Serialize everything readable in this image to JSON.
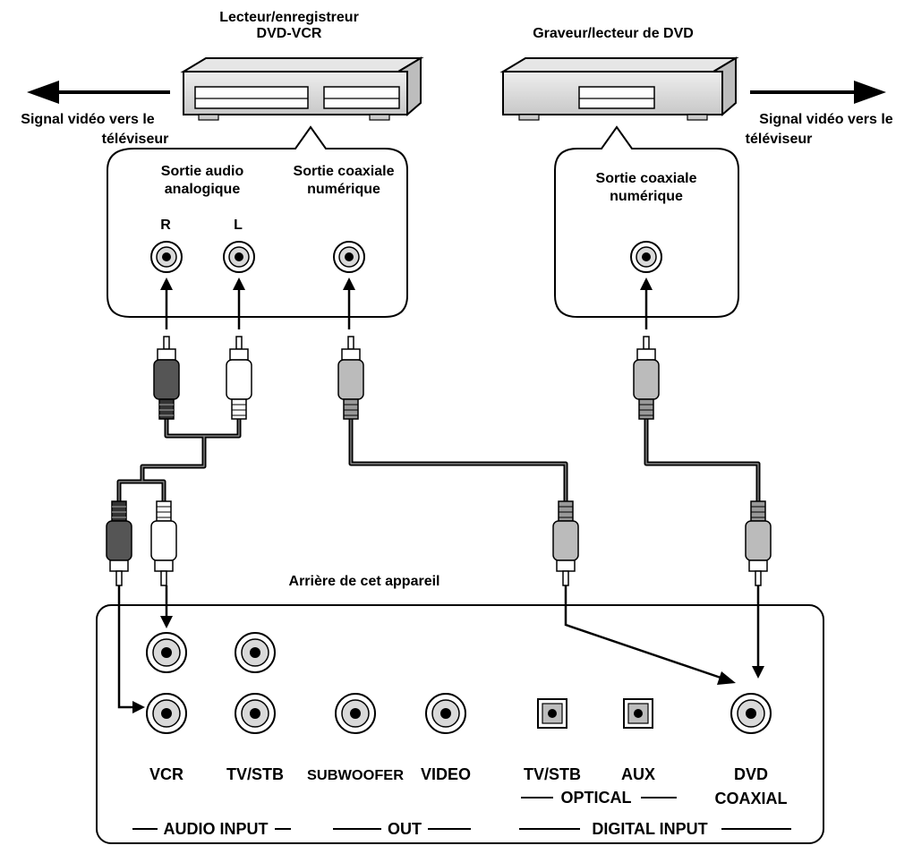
{
  "devices": {
    "left_title_line1": "Lecteur/enregistreur",
    "left_title_line2": "DVD-VCR",
    "right_title": "Graveur/lecteur de DVD",
    "video_out_left_line1": "Signal vidéo vers le",
    "video_out_left_line2": "téléviseur",
    "video_out_right_line1": "Signal vidéo vers le",
    "video_out_right_line2": "téléviseur"
  },
  "left_bubble": {
    "analog_line1": "Sortie audio",
    "analog_line2": "analogique",
    "coax_line1": "Sortie coaxiale",
    "coax_line2": "numérique",
    "jack_r": "R",
    "jack_l": "L"
  },
  "right_bubble": {
    "coax_line1": "Sortie coaxiale",
    "coax_line2": "numérique"
  },
  "rear_panel": {
    "title": "Arrière de cet appareil",
    "labels": {
      "vcr": "VCR",
      "tvstb": "TV/STB",
      "subwoofer": "SUBWOOFER",
      "video": "VIDEO",
      "opt_tvstb": "TV/STB",
      "aux": "AUX",
      "dvd": "DVD",
      "coaxial": "COAXIAL"
    },
    "groups": {
      "optical": "OPTICAL",
      "audio_input": "AUDIO INPUT",
      "out": "OUT",
      "digital_input": "DIGITAL INPUT"
    }
  }
}
